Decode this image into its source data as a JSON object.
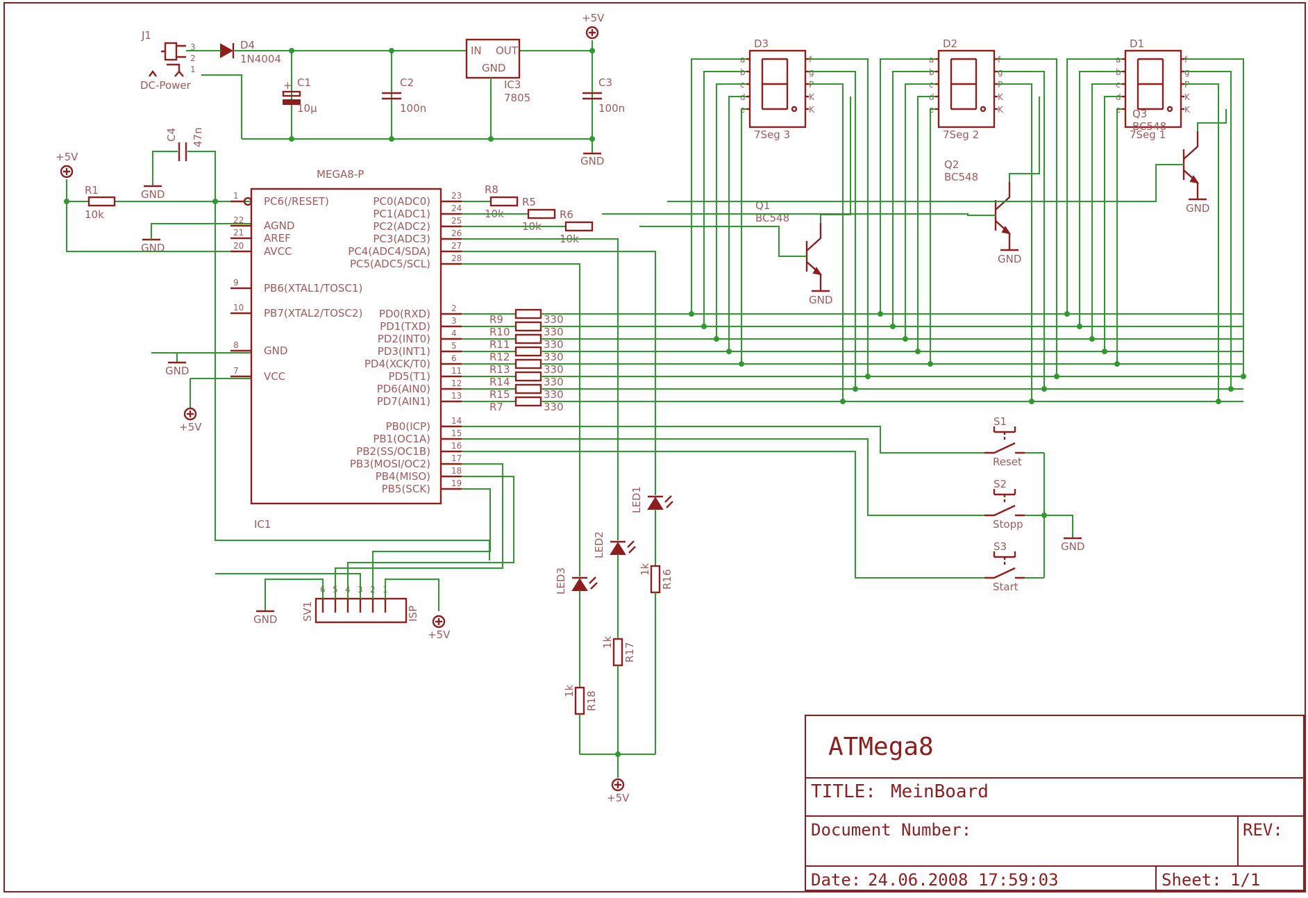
{
  "colors": {
    "wire": "#2e9a2e",
    "part": "#8e1e1e",
    "label": "#a05a5a"
  },
  "title_block": {
    "project": "ATMega8",
    "title_label": "TITLE:",
    "title_value": "MeinBoard",
    "doc_label": "Document Number:",
    "rev_label": "REV:",
    "date_label": "Date:",
    "date_value": "24.06.2008 17:59:03",
    "sheet_label": "Sheet:",
    "sheet_value": "1/1"
  },
  "power": {
    "j1": "J1",
    "j1_value": "DC-Power",
    "j1_pins": [
      "3",
      "2",
      "1"
    ],
    "d4": "D4",
    "d4_value": "1N4004",
    "c1": "C1",
    "c1_value": "10µ",
    "c2": "C2",
    "c2_value": "100n",
    "ic3": "IC3",
    "ic3_value": "7805",
    "ic3_in": "IN",
    "ic3_out": "OUT",
    "ic3_gnd": "GND",
    "c3": "C3",
    "c3_value": "100n",
    "vcc_top": "+5V",
    "gnd_top": "GND"
  },
  "reset": {
    "c4": "C4",
    "c4_value": "47n",
    "gnd_c4": "GND",
    "vcc": "+5V",
    "r1": "R1",
    "r1_value": "10k",
    "gnd_agnd": "GND",
    "gnd_mid": "GND",
    "vcc_mid": "+5V"
  },
  "ic1": {
    "name": "IC1",
    "value": "MEGA8-P",
    "left_pins": [
      {
        "num": "1",
        "name": "PC6(/RESET)"
      },
      {
        "num": "22",
        "name": "AGND"
      },
      {
        "num": "21",
        "name": "AREF"
      },
      {
        "num": "20",
        "name": "AVCC"
      },
      {
        "num": "9",
        "name": "PB6(XTAL1/TOSC1)"
      },
      {
        "num": "10",
        "name": "PB7(XTAL2/TOSC2)"
      },
      {
        "num": "8",
        "name": "GND"
      },
      {
        "num": "7",
        "name": "VCC"
      }
    ],
    "right_pins": [
      {
        "num": "23",
        "name": "PC0(ADC0)"
      },
      {
        "num": "24",
        "name": "PC1(ADC1)"
      },
      {
        "num": "25",
        "name": "PC2(ADC2)"
      },
      {
        "num": "26",
        "name": "PC3(ADC3)"
      },
      {
        "num": "27",
        "name": "PC4(ADC4/SDA)"
      },
      {
        "num": "28",
        "name": "PC5(ADC5/SCL)"
      },
      {
        "num": "2",
        "name": "PD0(RXD)"
      },
      {
        "num": "3",
        "name": "PD1(TXD)"
      },
      {
        "num": "4",
        "name": "PD2(INT0)"
      },
      {
        "num": "5",
        "name": "PD3(INT1)"
      },
      {
        "num": "6",
        "name": "PD4(XCK/T0)"
      },
      {
        "num": "11",
        "name": "PD5(T1)"
      },
      {
        "num": "12",
        "name": "PD6(AIN0)"
      },
      {
        "num": "13",
        "name": "PD7(AIN1)"
      },
      {
        "num": "14",
        "name": "PB0(ICP)"
      },
      {
        "num": "15",
        "name": "PB1(OC1A)"
      },
      {
        "num": "16",
        "name": "PB2(SS/OC1B)"
      },
      {
        "num": "17",
        "name": "PB3(MOSI/OC2)"
      },
      {
        "num": "18",
        "name": "PB4(MISO)"
      },
      {
        "num": "19",
        "name": "PB5(SCK)"
      }
    ]
  },
  "base_resistors": [
    {
      "name": "R8",
      "value": "10k"
    },
    {
      "name": "R5",
      "value": "10k"
    },
    {
      "name": "R6",
      "value": "10k"
    }
  ],
  "seg_resistors": [
    {
      "name": "R9",
      "value": "330"
    },
    {
      "name": "R10",
      "value": "330"
    },
    {
      "name": "R11",
      "value": "330"
    },
    {
      "name": "R12",
      "value": "330"
    },
    {
      "name": "R13",
      "value": "330"
    },
    {
      "name": "R14",
      "value": "330"
    },
    {
      "name": "R15",
      "value": "330"
    },
    {
      "name": "R7",
      "value": "330"
    }
  ],
  "displays": [
    {
      "name": "D3",
      "value": "7Seg 3"
    },
    {
      "name": "D2",
      "value": "7Seg 2"
    },
    {
      "name": "D1",
      "value": "7Seg 1"
    }
  ],
  "display_pins_left": [
    "a",
    "b",
    "c",
    "d",
    "e"
  ],
  "display_pins_right": [
    "f",
    "g",
    "P",
    "K",
    "K"
  ],
  "transistors": [
    {
      "name": "Q1",
      "value": "BC548",
      "gnd": "GND"
    },
    {
      "name": "Q2",
      "value": "BC548",
      "gnd": "GND"
    },
    {
      "name": "Q3",
      "value": "BC548",
      "gnd": "GND"
    }
  ],
  "switches": [
    {
      "name": "S1",
      "value": "Reset"
    },
    {
      "name": "S2",
      "value": "Stopp"
    },
    {
      "name": "S3",
      "value": "Start"
    }
  ],
  "switch_gnd": "GND",
  "leds": [
    {
      "name": "LED1",
      "res": "R16",
      "res_value": "1k"
    },
    {
      "name": "LED2",
      "res": "R17",
      "res_value": "1k"
    },
    {
      "name": "LED3",
      "res": "R18",
      "res_value": "1k"
    }
  ],
  "led_vcc": "+5V",
  "isp": {
    "name": "SV1",
    "label": "ISP",
    "pins": [
      "6",
      "5",
      "4",
      "3",
      "2",
      "1"
    ],
    "gnd": "GND",
    "vcc": "+5V"
  }
}
